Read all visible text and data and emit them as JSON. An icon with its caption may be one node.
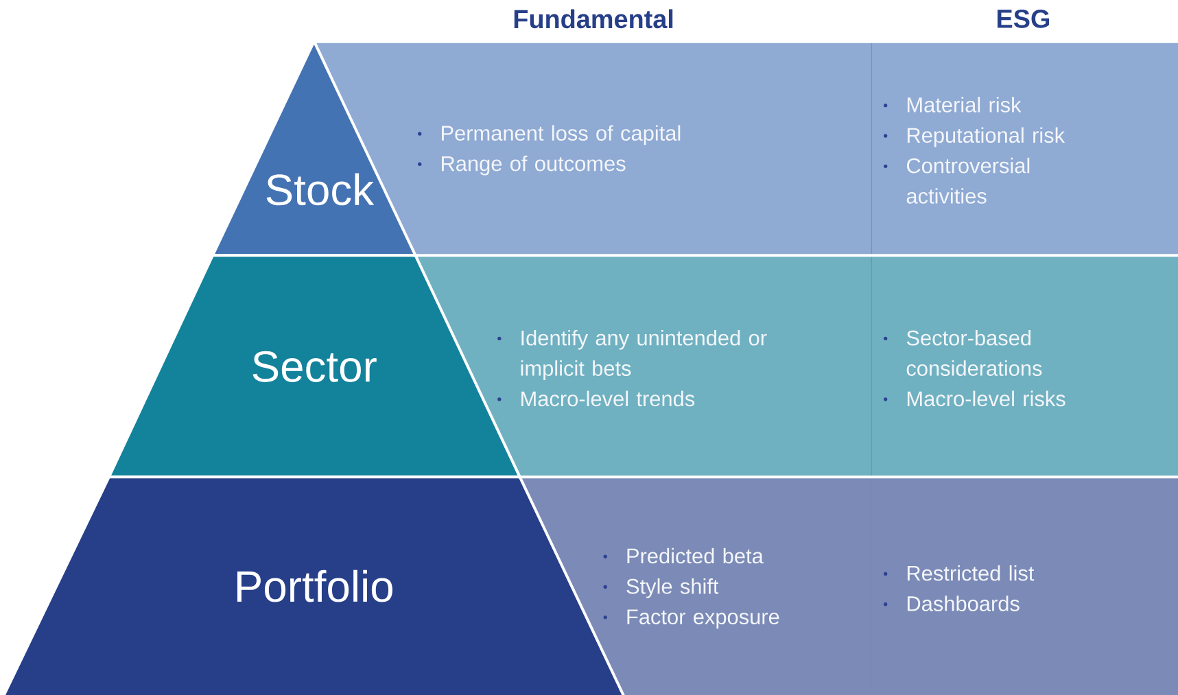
{
  "diagram": {
    "nodes": [
      {
        "text": [
          "Stock"
        ]
      },
      {
        "text": [
          "Sector"
        ]
      },
      {
        "text": [
          "Portfolio"
        ]
      },
      {
        "text": [
          "Permanent loss of capital",
          "Range of outcomes"
        ]
      },
      {
        "text": [
          "Material risk",
          "Reputational risk",
          "Controversial activities"
        ]
      },
      {
        "text": [
          "Identify any unintended or implicit bets",
          "Macro-level trends"
        ]
      },
      {
        "text": [
          "Sector-based considerations",
          "Macro-level risks"
        ]
      },
      {
        "text": [
          "Predicted beta",
          "Style shift",
          "Factor exposure"
        ]
      },
      {
        "text": [
          "Restricted list",
          "Dashboards"
        ]
      }
    ],
    "labels": [
      "Fundamental",
      "ESG"
    ]
  }
}
